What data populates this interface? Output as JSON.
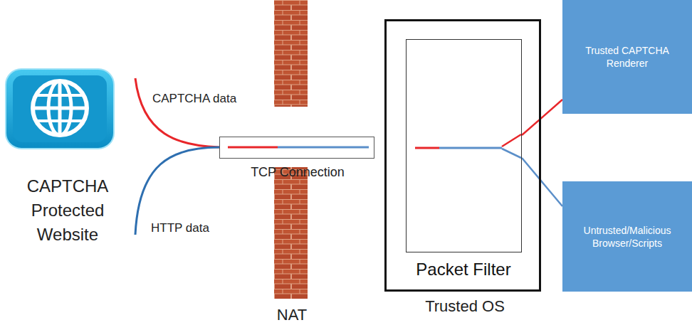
{
  "diagram": {
    "nodes": [
      {
        "text": [
          "CAPTCHA Protected Website"
        ]
      },
      {
        "text": [
          "TCP Connection"
        ]
      },
      {
        "text": [
          "Trusted OS"
        ]
      },
      {
        "text": [
          "Packet Filter"
        ],
        "in": 2
      },
      {
        "text": [
          "Trusted CAPTCHA Renderer"
        ]
      },
      {
        "text": [
          "Untrusted/Malicious Browser/Scripts"
        ]
      }
    ],
    "edges": [
      {
        "from": 0,
        "to": 1,
        "label": "CAPTCHA data",
        "arrow": "none"
      },
      {
        "from": 0,
        "to": 1,
        "label": "HTTP data",
        "arrow": "none"
      },
      {
        "from": 3,
        "to": 4,
        "arrow": "none"
      },
      {
        "from": 3,
        "to": 5,
        "arrow": "none"
      }
    ],
    "labels": [
      "NAT"
    ]
  }
}
